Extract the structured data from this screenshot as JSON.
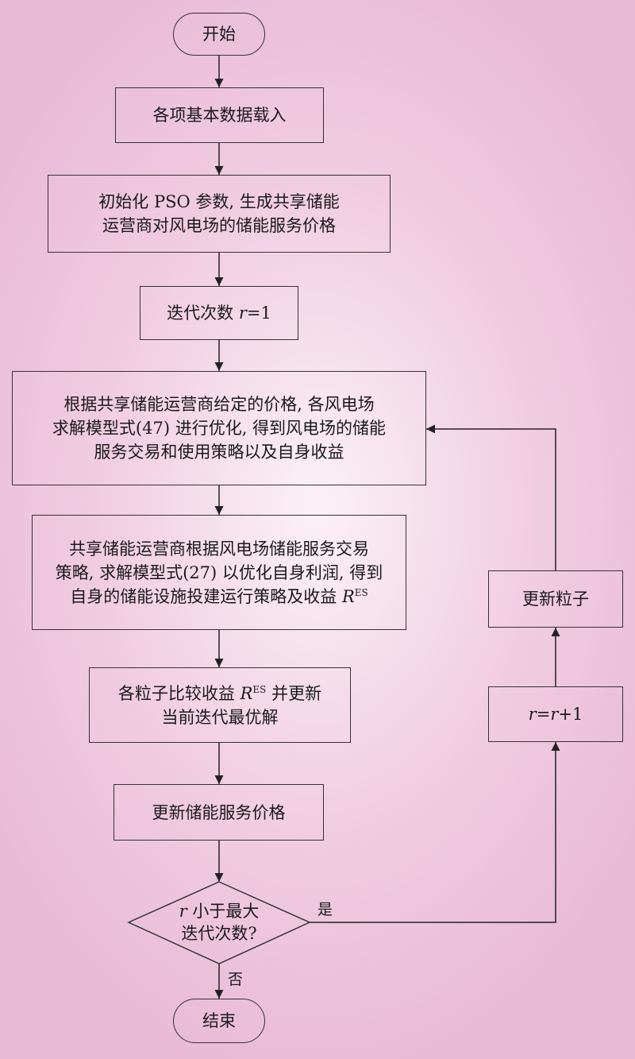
{
  "nodes": {
    "start": "开始",
    "load_data": "各项基本数据载入",
    "init_pso": [
      "初始化 PSO 参数, 生成共享储能",
      "运营商对风电场的储能服务价格"
    ],
    "iter_init": {
      "pre": "迭代次数 ",
      "var": "r",
      "post": "=1"
    },
    "wind_farm_opt": [
      "根据共享储能运营商给定的价格, 各风电场",
      "求解模型式(47) 进行优化, 得到风电场的储能",
      "服务交易和使用策略以及自身收益"
    ],
    "operator_opt": {
      "lines": [
        "共享储能运营商根据风电场储能服务交易",
        "策略, 求解模型式(27) 以优化自身利润, 得到"
      ],
      "line3_pre": "自身的储能设施投建运行策略及收益 ",
      "line3_var": "R",
      "line3_sup": "ES"
    },
    "compare": {
      "line1_pre": "各粒子比较收益 ",
      "line1_var": "R",
      "line1_sup": "ES",
      "line1_post": " 并更新",
      "line2": "当前迭代最优解"
    },
    "update_price": "更新储能服务价格",
    "decision": {
      "line1_var": "r",
      "line1_post": " 小于最大",
      "line2": "迭代次数?"
    },
    "end": "结束",
    "increment": {
      "var1": "r",
      "eq": "=",
      "var2": "r",
      "post": "+1"
    },
    "update_particles": "更新粒子"
  },
  "edge_labels": {
    "yes": "是",
    "no": "否"
  }
}
